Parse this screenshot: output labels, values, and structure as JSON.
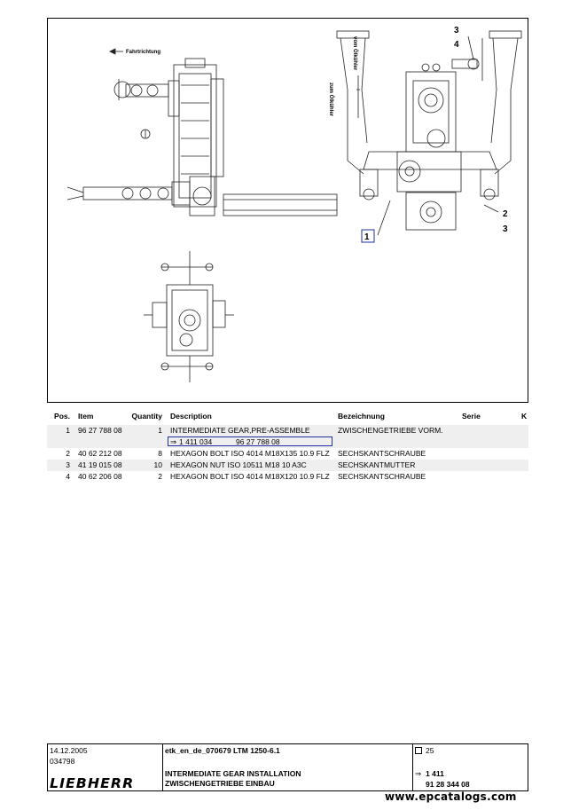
{
  "drawing": {
    "direction_label": "Fahrtrichtung",
    "vertical_label_1": "vom Ölkühler",
    "vertical_label_2": "zum Ölkühler",
    "callouts": {
      "c3a": "3",
      "c4": "4",
      "c2": "2",
      "c3b": "3",
      "c1": "1"
    }
  },
  "table": {
    "headers": {
      "pos": "Pos.",
      "item": "Item",
      "qty": "Quantity",
      "desc": "Description",
      "bez": "Bezeichnung",
      "serie": "Serie",
      "k": "K"
    },
    "rows": [
      {
        "pos": "1",
        "item": "96 27 788 08",
        "qty": "1",
        "desc": "INTERMEDIATE GEAR,PRE-ASSEMBLE",
        "bez": "ZWISCHENGETRIEBE VORM."
      },
      {
        "pos": "2",
        "item": "40 62 212 08",
        "qty": "8",
        "desc": "HEXAGON BOLT ISO 4014 M18X135 10.9 FLZ",
        "bez": "SECHSKANTSCHRAUBE"
      },
      {
        "pos": "3",
        "item": "41 19 015 08",
        "qty": "10",
        "desc": "HEXAGON NUT ISO 10511 M18 10 A3C",
        "bez": "SECHSKANTMUTTER"
      },
      {
        "pos": "4",
        "item": "40 62 206 08",
        "qty": "2",
        "desc": "HEXAGON BOLT ISO 4014 M18X120 10.9 FLZ",
        "bez": "SECHSKANTSCHRAUBE"
      }
    ],
    "ref": {
      "arrow": "⇒",
      "number": "1 411 034",
      "item": "96 27 788 08"
    }
  },
  "footer": {
    "date": "14.12.2005",
    "code": "034798",
    "brand": "LIEBHERR",
    "doc_id": "etk_en_de_070679 LTM 1250-6.1",
    "title_en": "INTERMEDIATE GEAR INSTALLATION",
    "title_de": "ZWISCHENGETRIEBE EINBAU",
    "page": "25",
    "group_arrow": "⇒",
    "group": "1 411",
    "part_no": "91 28 344 08"
  },
  "watermark": "www.epcatalogs.com"
}
